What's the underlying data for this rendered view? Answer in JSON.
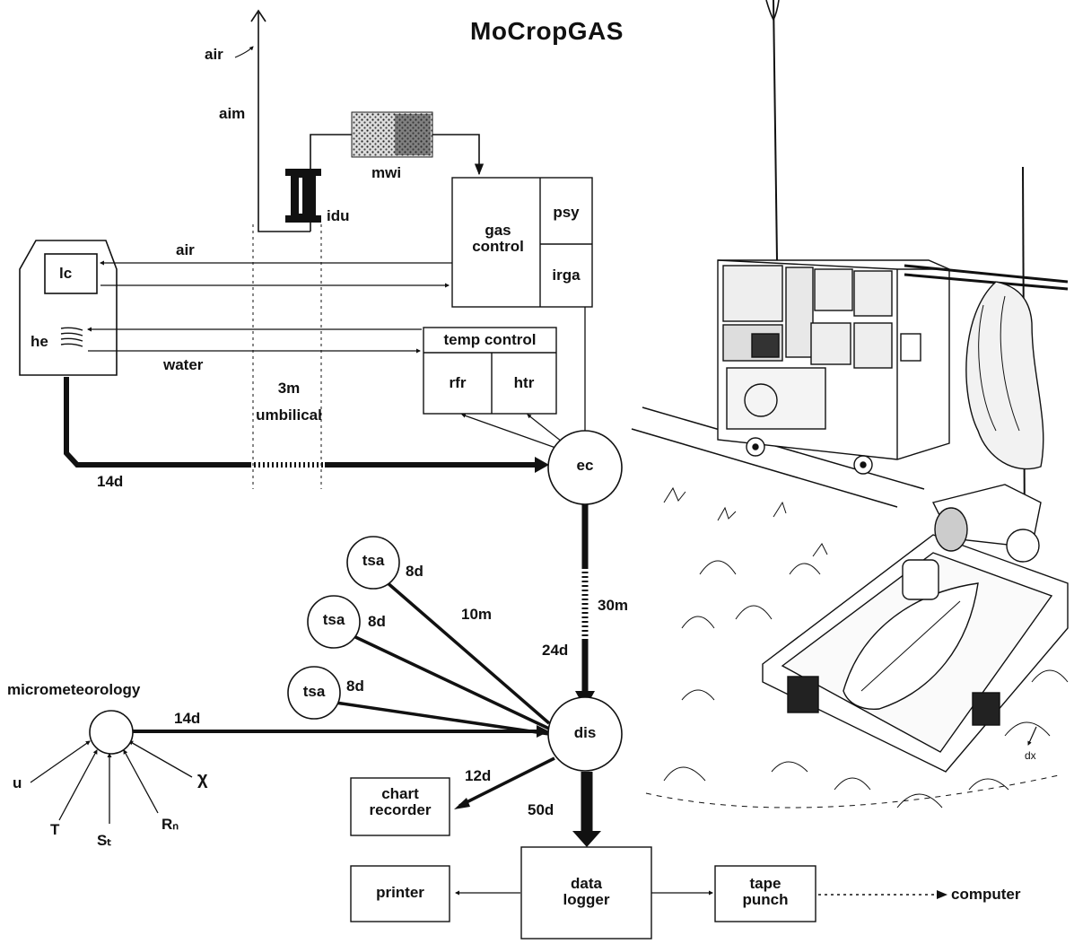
{
  "title": "MoCropGAS",
  "gas_loop": {
    "air_out": "air",
    "aim": "aim",
    "mwi": "mwi",
    "idu": "idu"
  },
  "leaf_chamber": {
    "lc": "lc",
    "he": "he"
  },
  "gas_control": {
    "label": "gas\ncontrol",
    "psy": "psy",
    "irga": "irga"
  },
  "temp_control": {
    "label": "temp control",
    "rfr": "rfr",
    "htr": "htr"
  },
  "umbilical": {
    "air": "air",
    "water": "water",
    "length": "3m",
    "name": "umbilical"
  },
  "cables": {
    "leaf_to_ec": "14d",
    "ec_to_dis_len": "30m",
    "ec_to_dis": "24d",
    "tsa_len": "10m",
    "tsa1": "8d",
    "tsa2": "8d",
    "tsa3": "8d",
    "micro_to_dis": "14d",
    "to_chart": "12d",
    "to_logger": "50d"
  },
  "nodes": {
    "ec": "ec",
    "dis": "dis",
    "tsa1": "tsa",
    "tsa2": "tsa",
    "tsa3": "tsa"
  },
  "micrometeorology": {
    "label": "micrometeorology",
    "u": "u",
    "T": "T",
    "St": "Sₜ",
    "Rn": "Rₙ",
    "chi": "χ"
  },
  "outputs": {
    "chart_recorder": "chart\nrecorder",
    "printer": "printer",
    "data_logger": "data\nlogger",
    "tape_punch": "tape\npunch",
    "computer": "computer"
  },
  "illustration": {
    "label": "dx"
  }
}
